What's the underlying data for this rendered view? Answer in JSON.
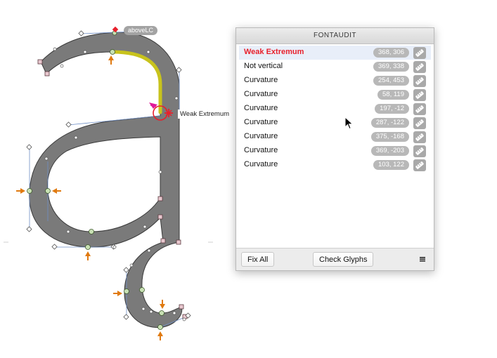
{
  "canvas": {
    "anchor_tag": "aboveLC",
    "error_label": "Weak Extremum"
  },
  "panel": {
    "title": "FONTAUDIT",
    "rows": [
      {
        "label": "Weak Extremum",
        "coords": "368, 306",
        "selected": true
      },
      {
        "label": "Not vertical",
        "coords": "369, 338"
      },
      {
        "label": "Curvature",
        "coords": "254, 453"
      },
      {
        "label": "Curvature",
        "coords": "58, 119"
      },
      {
        "label": "Curvature",
        "coords": "197, -12"
      },
      {
        "label": "Curvature",
        "coords": "287, -122"
      },
      {
        "label": "Curvature",
        "coords": "375, -168"
      },
      {
        "label": "Curvature",
        "coords": "369, -203"
      },
      {
        "label": "Curvature",
        "coords": "103, 122"
      }
    ],
    "footer": {
      "fix_all_label": "Fix All",
      "check_glyphs_label": "Check Glyphs",
      "menu_icon": "hamburger-icon"
    }
  },
  "colors": {
    "error_red": "#e8202c",
    "highlight_yellow": "#c8c31c",
    "glyph_fill": "#7a7a7a",
    "arrow_orange": "#e07a10",
    "badge_gray": "#b8b8b8"
  }
}
